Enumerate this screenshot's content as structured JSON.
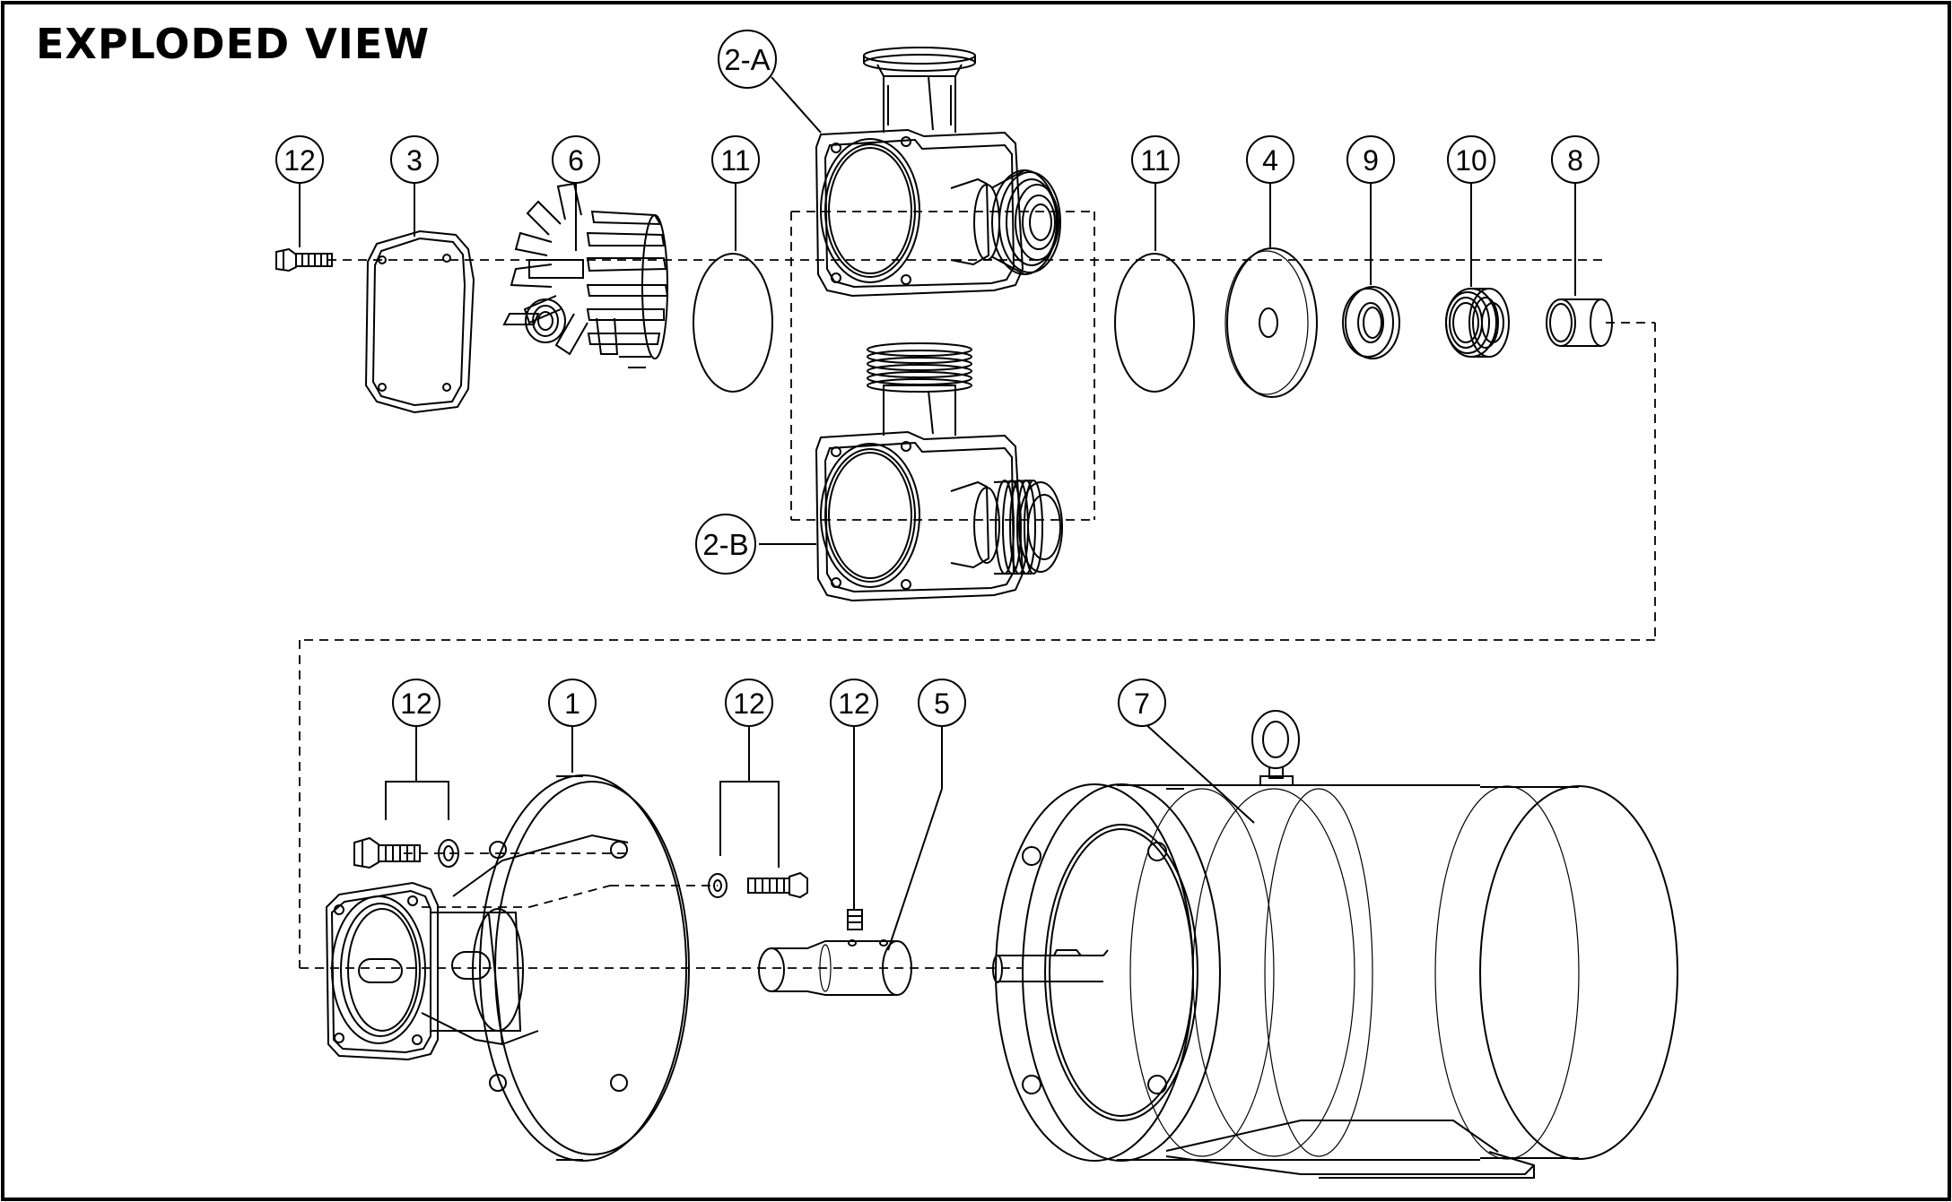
{
  "title": "EXPLODED VIEW",
  "callouts": {
    "c2a": "2-A",
    "c2b": "2-B",
    "c12a": "12",
    "c3": "3",
    "c6": "6",
    "c11a": "11",
    "c11b": "11",
    "c4": "4",
    "c9": "9",
    "c10": "10",
    "c8": "8",
    "c12b": "12",
    "c1": "1",
    "c12c": "12",
    "c12d": "12",
    "c5": "5",
    "c7": "7"
  },
  "colors": {
    "line": "#000000",
    "background": "#ffffff"
  }
}
